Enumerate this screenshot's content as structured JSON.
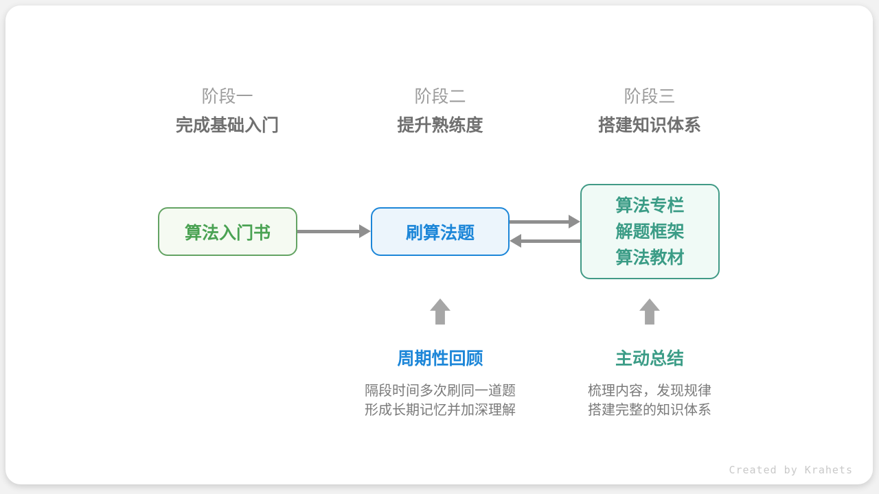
{
  "stages": [
    {
      "label": "阶段一",
      "subtitle": "完成基础入门"
    },
    {
      "label": "阶段二",
      "subtitle": "提升熟练度"
    },
    {
      "label": "阶段三",
      "subtitle": "搭建知识体系"
    }
  ],
  "nodes": {
    "intro_book": {
      "title": "算法入门书"
    },
    "practice": {
      "title": "刷算法题"
    },
    "knowledge": {
      "lines": [
        "算法专栏",
        "解题框架",
        "算法教材"
      ]
    }
  },
  "annotations": {
    "review": {
      "title": "周期性回顾",
      "desc_line1": "隔段时间多次刷同一道题",
      "desc_line2": "形成长期记忆并加深理解"
    },
    "summarize": {
      "title": "主动总结",
      "desc_line1": "梳理内容，发现规律",
      "desc_line2": "搭建完整的知识体系"
    }
  },
  "footer": {
    "credit": "Created by Krahets"
  },
  "colors": {
    "node_green": "#4aa253",
    "node_blue": "#1c86d8",
    "node_teal": "#3b9c86",
    "arrow_gray": "#8f8f8f",
    "block_arrow_gray": "#a6a6a6",
    "stage_label_gray": "#9c9c9c",
    "stage_subtitle_gray": "#6f6f6f",
    "description_gray": "#7a7a7a",
    "footer_gray": "#c9c9c9",
    "card_background": "#ffffff"
  }
}
